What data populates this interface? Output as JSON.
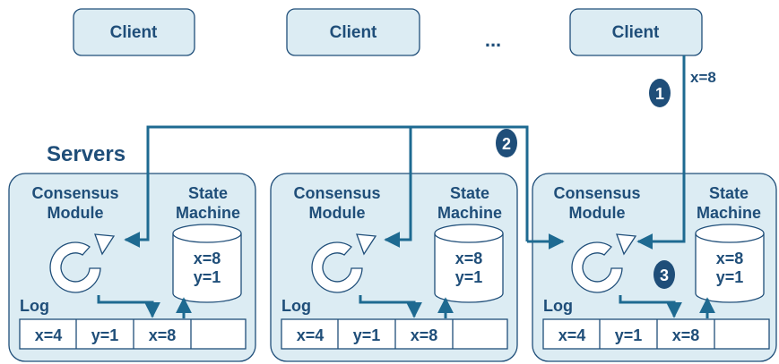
{
  "clients": [
    "Client",
    "Client",
    "Client"
  ],
  "ellipsis": "...",
  "servers_label": "Servers",
  "steps": [
    "1",
    "2",
    "3"
  ],
  "request_label": "x=8",
  "consensus_label": [
    "Consensus",
    "Module"
  ],
  "state_machine_label": [
    "State",
    "Machine"
  ],
  "log_label": "Log",
  "servers": [
    {
      "state": [
        "x=8",
        "y=1"
      ],
      "log": [
        "x=4",
        "y=1",
        "x=8",
        ""
      ]
    },
    {
      "state": [
        "x=8",
        "y=1"
      ],
      "log": [
        "x=4",
        "y=1",
        "x=8",
        ""
      ]
    },
    {
      "state": [
        "x=8",
        "y=1"
      ],
      "log": [
        "x=4",
        "y=1",
        "x=8",
        ""
      ]
    }
  ],
  "colors": {
    "fill": "#dcecf3",
    "stroke": "#1f4e79",
    "arrow": "#1e6a91",
    "text": "#1f4e79",
    "badge": "#1f4e79"
  }
}
